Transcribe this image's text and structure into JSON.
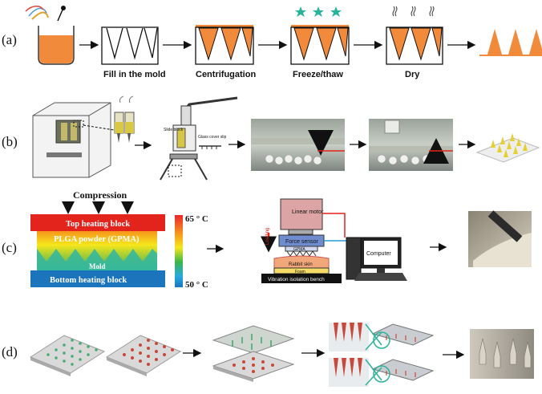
{
  "panel_labels": [
    "(a)",
    "(b)",
    "(c)",
    "(d)"
  ],
  "row_a": {
    "captions": [
      "Fill in the mold",
      "Centrifugation",
      "Freeze/thaw",
      "Dry"
    ]
  },
  "row_b": {
    "slide_block": "Slide block",
    "glass_cover_slip": "Glass cover slip"
  },
  "row_c": {
    "compression": "Compression",
    "top_heating_block": "Top heating block",
    "plga_powder": "PLGA powder (GPMA)",
    "mold": "Mold",
    "bottom_heating_block": "Bottom heating block",
    "temp_high": "65 ° C",
    "temp_low": "50 ° C",
    "linear_motor": "Linear motor",
    "loading": "Loading",
    "force_sensor": "Force sensor",
    "gpma": "GPMA",
    "rabbit_skin": "Rabbit skin",
    "foam": "Foam",
    "vibration_bench": "Vibration isolation bench",
    "computer": "Computer"
  },
  "colors": {
    "orange": "#f28a3b",
    "teal": "#2bb39a",
    "arrow": "#111111"
  }
}
